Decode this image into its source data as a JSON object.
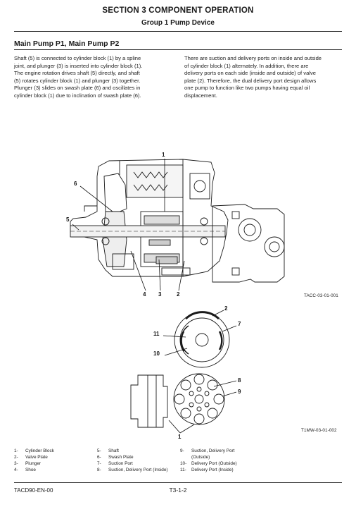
{
  "header": {
    "section": "SECTION 3 COMPONENT OPERATION",
    "group": "Group 1 Pump Device"
  },
  "subheading": "Main Pump P1, Main Pump P2",
  "paragraphs": {
    "left": [
      "Shaft (5) is connected to cylinder block (1) by a spline",
      "joint, and plunger (3) is inserted into cylinder block (1).",
      "The engine rotation drives shaft (5) directly, and shaft",
      "(5) rotates cylinder block (1) and plunger (3) together.",
      "Plunger (3) slides on swash plate (6) and oscillates in",
      "cylinder block (1) due to inclination of swash plate (6)."
    ],
    "right": [
      "There are suction and delivery ports on inside and outside",
      "of cylinder block (1) alternately. In addition, there are",
      "delivery ports on each side (inside and outside) of valve",
      "plate (2). Therefore, the dual delivery port design allows",
      "one pump to function like two pumps having equal oil",
      "displacement."
    ]
  },
  "figures": {
    "fig1": {
      "code": "TACC-03-01-001",
      "callouts": {
        "c1": "1",
        "c6": "6",
        "c5": "5",
        "c4": "4",
        "c3": "3",
        "c2": "2"
      }
    },
    "fig2": {
      "code": "T1MW-03-01-002",
      "callouts": {
        "c2": "2",
        "c7": "7",
        "c11": "11",
        "c10": "10",
        "c8": "8",
        "c9": "9",
        "c1": "1"
      }
    }
  },
  "legend": [
    {
      "num": "1-",
      "label": "Cylinder Block"
    },
    {
      "num": "2-",
      "label": "Valve Plate"
    },
    {
      "num": "3-",
      "label": "Plunger"
    },
    {
      "num": "4-",
      "label": "Shoe"
    },
    {
      "num": "5-",
      "label": "Shaft"
    },
    {
      "num": "6-",
      "label": "Swash Plate"
    },
    {
      "num": "7-",
      "label": "Suction Port"
    },
    {
      "num": "8-",
      "label": "Suction, Delivery Port (Inside)"
    },
    {
      "num": "9-",
      "label": "Suction, Delivery Port"
    },
    {
      "num": "",
      "label": "(Outside)"
    },
    {
      "num": "10-",
      "label": "Delivery Port (Outside)"
    },
    {
      "num": "11-",
      "label": "Delivery Port (Inside)"
    }
  ],
  "footer": {
    "doc_code": "TACD90-EN-00",
    "page": "T3-1-2"
  }
}
